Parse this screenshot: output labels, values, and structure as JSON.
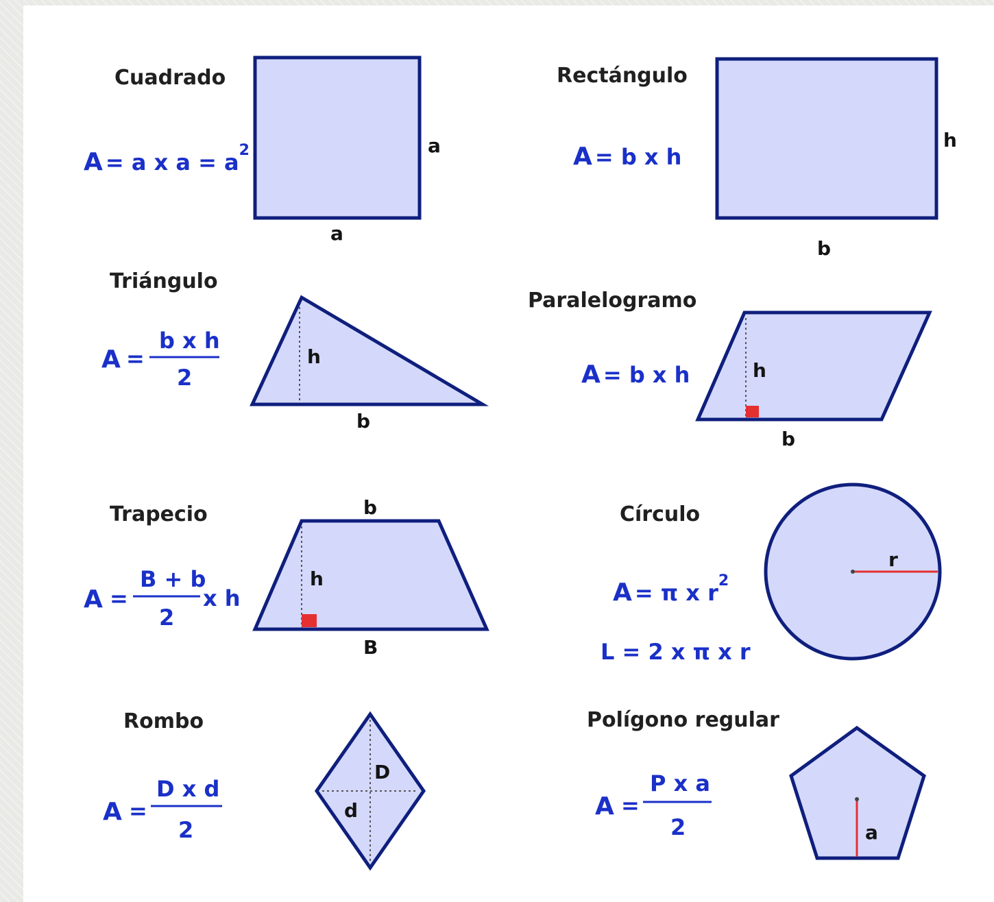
{
  "shapes": {
    "square": {
      "title": "Cuadrado",
      "formula_lhs": "A",
      "formula_rhs": "= a x a = a",
      "exp": "2",
      "side_right": "a",
      "side_bottom": "a"
    },
    "rectangle": {
      "title": "Rectángulo",
      "formula_lhs": "A",
      "formula_rhs": "= b x h",
      "side_right": "h",
      "side_bottom": "b"
    },
    "triangle": {
      "title": "Triángulo",
      "formula_lhs": "A",
      "eq": "=",
      "numerator": "b x h",
      "denominator": "2",
      "height": "h",
      "base": "b"
    },
    "parallelogram": {
      "title": "Paralelogramo",
      "formula_lhs": "A",
      "formula_rhs": "= b x h",
      "height": "h",
      "base": "b"
    },
    "trapezoid": {
      "title": "Trapecio",
      "formula_lhs": "A",
      "eq": "=",
      "numerator": "B + b",
      "denominator": "2",
      "tail": "x h",
      "top": "b",
      "height": "h",
      "base": "B"
    },
    "circle": {
      "title": "Círculo",
      "area_lhs": "A",
      "area_rhs": "= π x r",
      "area_exp": "2",
      "length_formula": "L = 2 x π x r",
      "radius": "r"
    },
    "rhombus": {
      "title": "Rombo",
      "formula_lhs": "A",
      "eq": "=",
      "numerator": "D x d",
      "denominator": "2",
      "diag_major": "D",
      "diag_minor": "d"
    },
    "polygon": {
      "title": "Polígono regular",
      "formula_lhs": "A",
      "eq": "=",
      "numerator": "P x a",
      "denominator": "2",
      "apothem": "a"
    }
  },
  "colors": {
    "shape_fill": "#d4d8fb",
    "shape_stroke": "#0f1f7d",
    "formula": "#1a30c8",
    "marker": "#e43030"
  }
}
